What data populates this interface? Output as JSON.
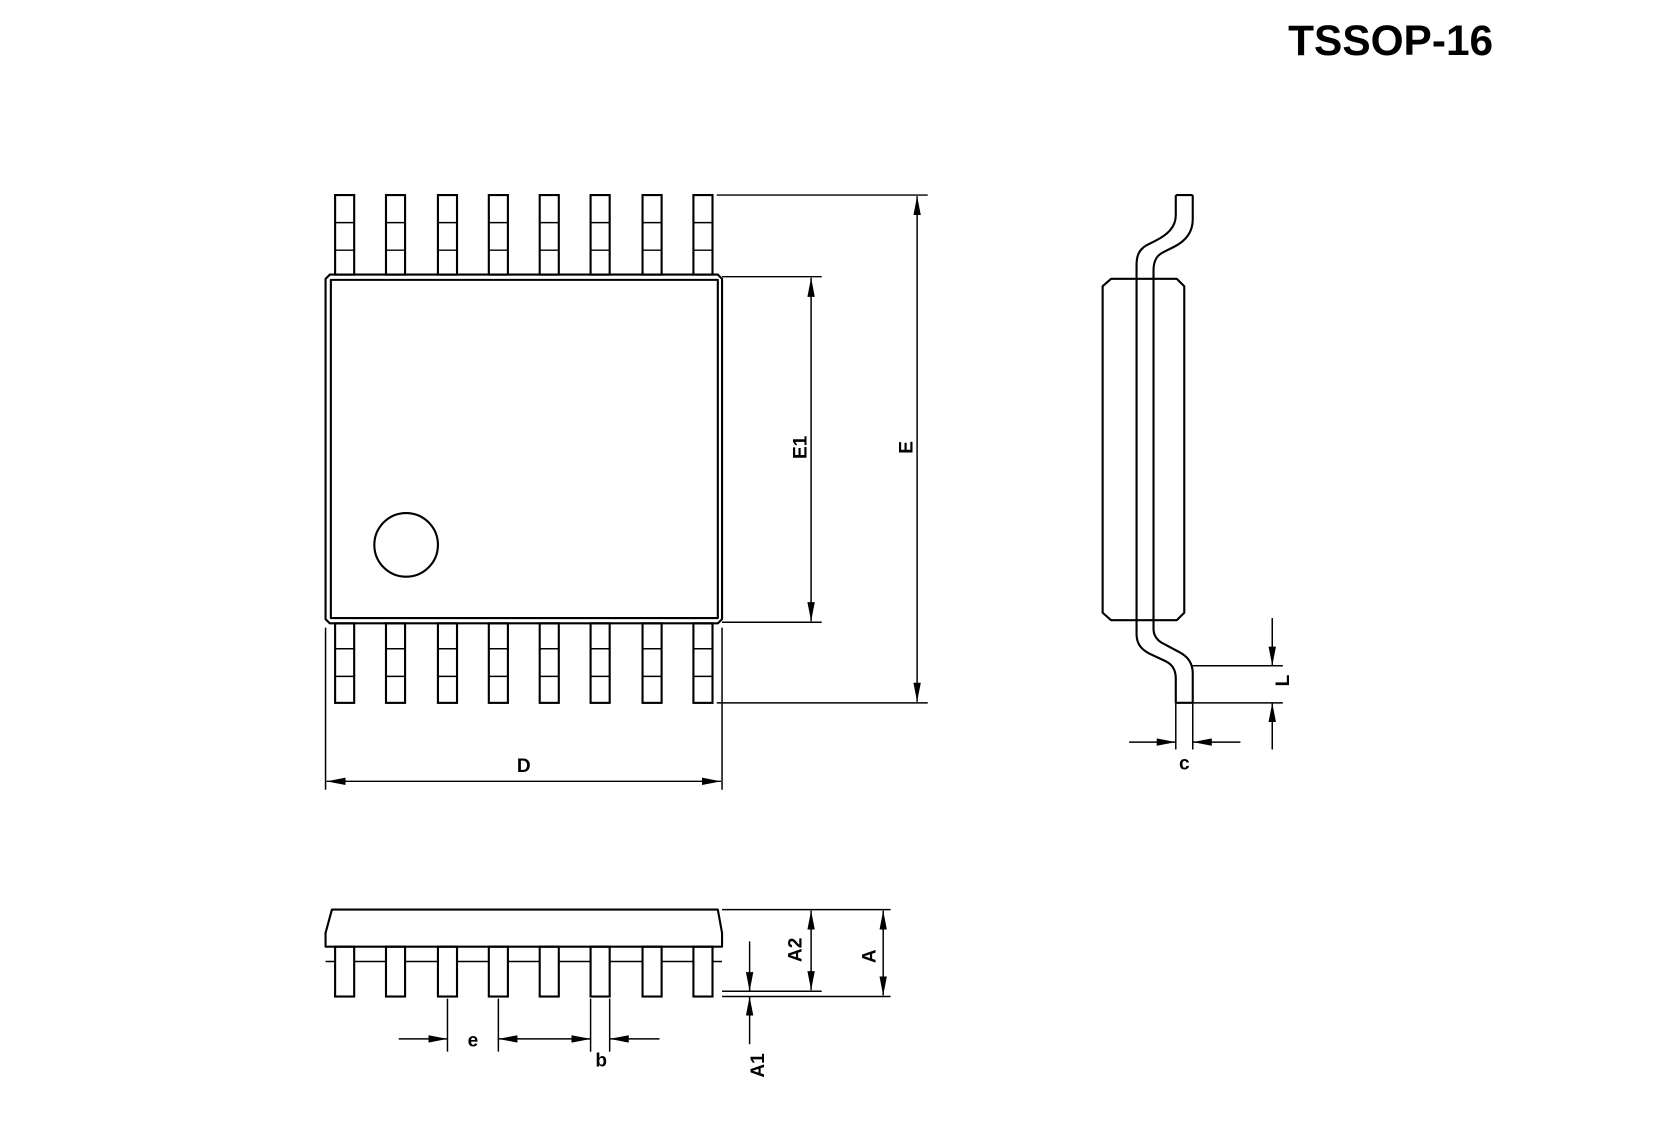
{
  "title": "TSSOP-16",
  "dimensions": {
    "top_view": {
      "D": "D",
      "E1": "E1",
      "E": "E"
    },
    "side_view": {
      "L": "L",
      "c": "c"
    },
    "front_view": {
      "A": "A",
      "A1": "A1",
      "A2": "A2",
      "e": "e",
      "b": "b"
    }
  }
}
